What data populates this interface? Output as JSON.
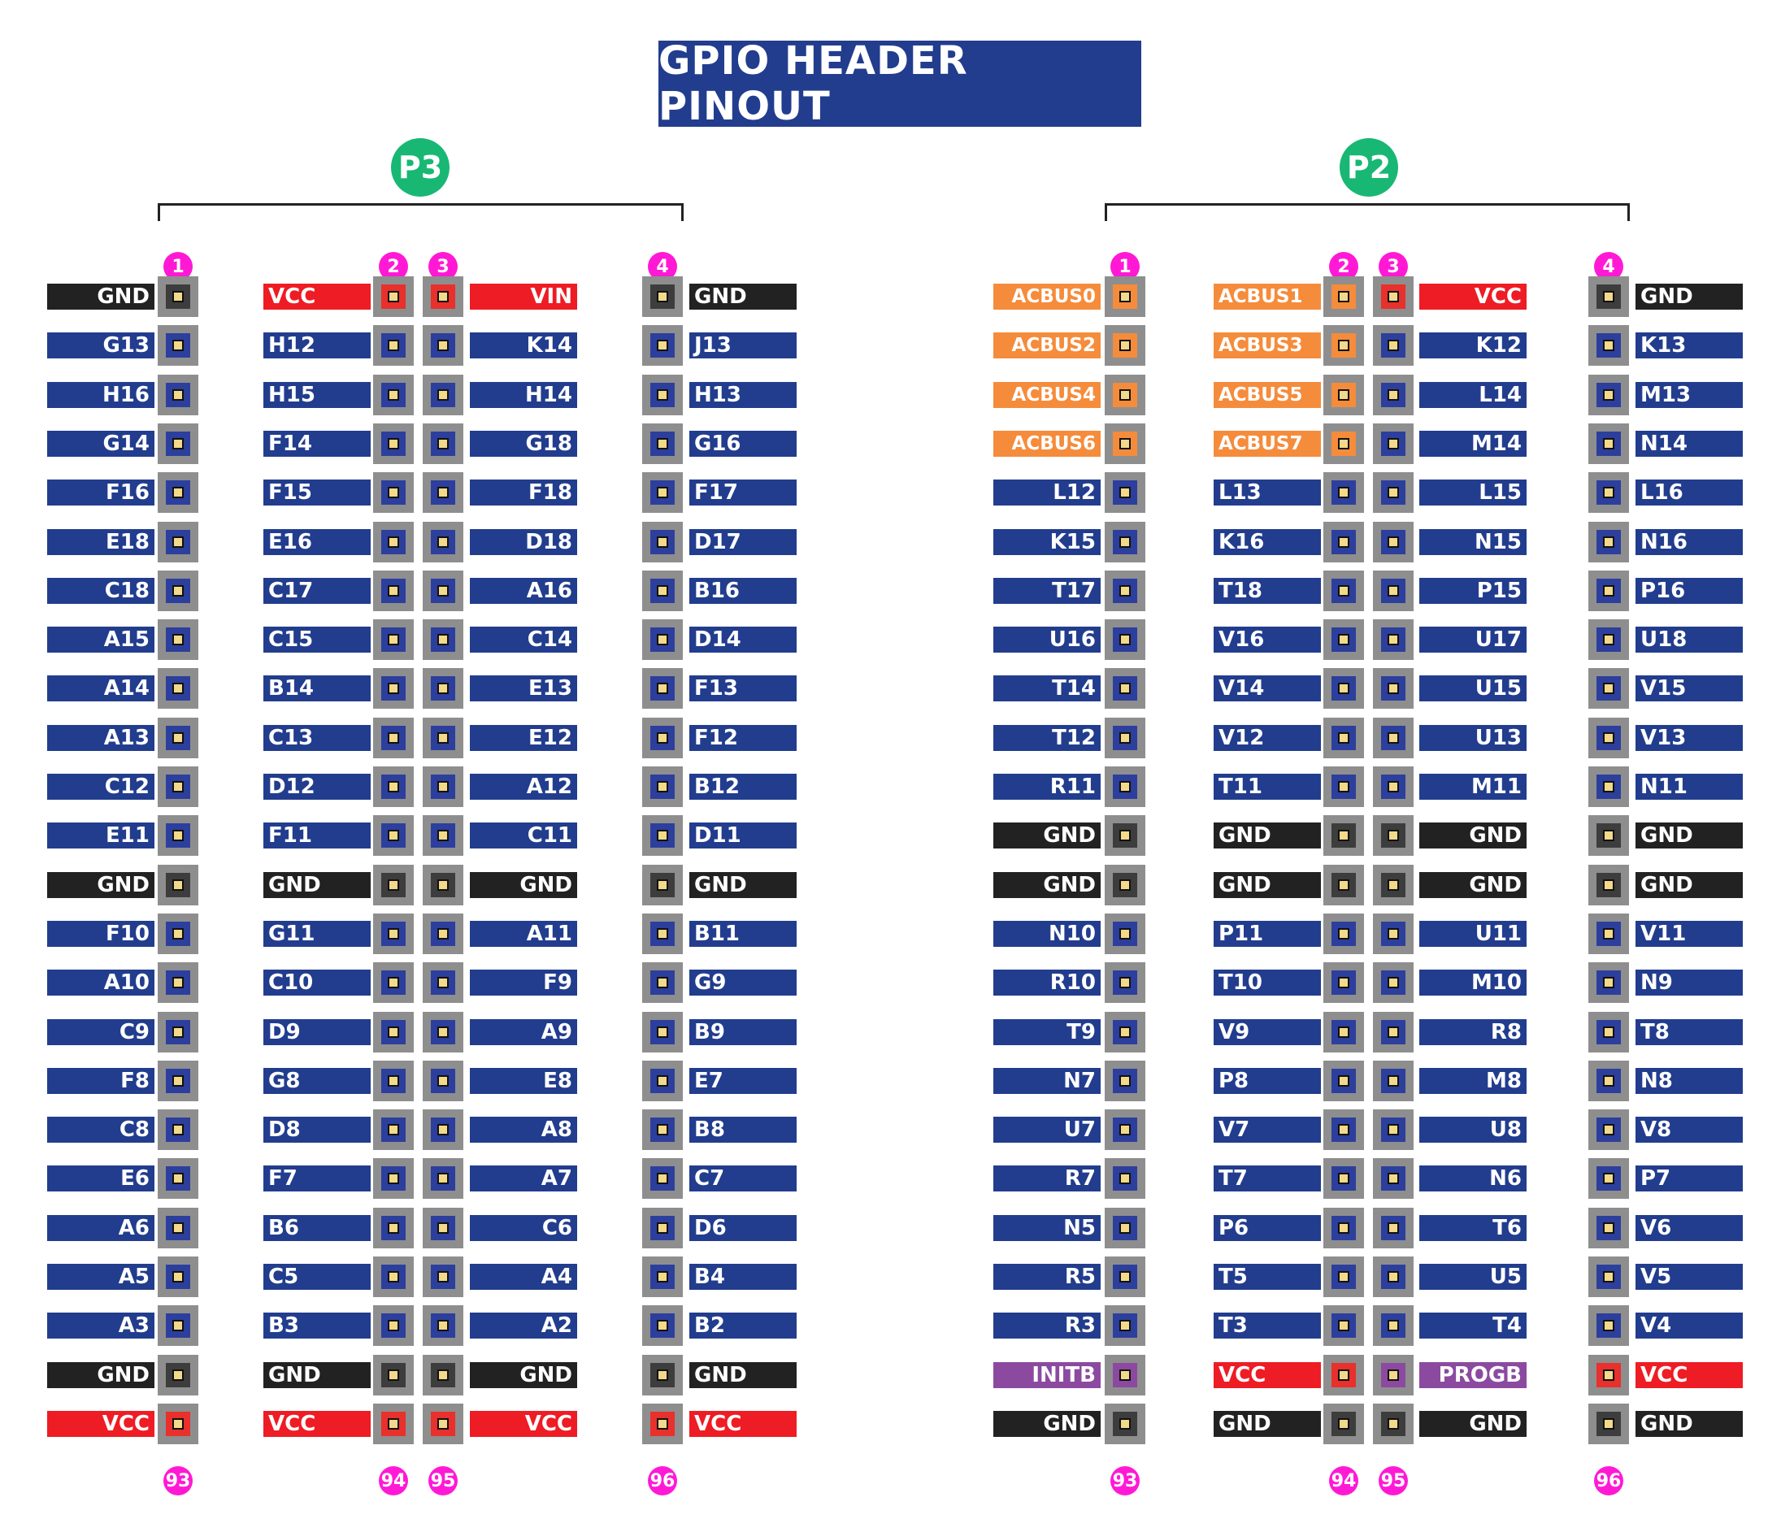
{
  "title": "GPIO HEADER PINOUT",
  "colors": {
    "signal": "#223d8e",
    "gnd": "#222222",
    "vcc": "#ee1c24",
    "acbus": "#f58c3c",
    "special": "#8b4aa0",
    "header_badge": "#18b874",
    "pin_number_badge": "#ff19d5"
  },
  "headers": [
    {
      "name": "P3",
      "top_numbers": [
        "1",
        "2",
        "3",
        "4"
      ],
      "bottom_numbers": [
        "93",
        "94",
        "95",
        "96"
      ],
      "columns": [
        [
          "GND",
          "G13",
          "H16",
          "G14",
          "F16",
          "E18",
          "C18",
          "A15",
          "A14",
          "A13",
          "C12",
          "E11",
          "GND",
          "F10",
          "A10",
          "C9",
          "F8",
          "C8",
          "E6",
          "A6",
          "A5",
          "A3",
          "GND",
          "VCC"
        ],
        [
          "VCC",
          "H12",
          "H15",
          "F14",
          "F15",
          "E16",
          "C17",
          "C15",
          "B14",
          "C13",
          "D12",
          "F11",
          "GND",
          "G11",
          "C10",
          "D9",
          "G8",
          "D8",
          "F7",
          "B6",
          "C5",
          "B3",
          "GND",
          "VCC"
        ],
        [
          "VIN",
          "K14",
          "H14",
          "G18",
          "F18",
          "D18",
          "A16",
          "C14",
          "E13",
          "E12",
          "A12",
          "C11",
          "GND",
          "A11",
          "F9",
          "A9",
          "E8",
          "A8",
          "A7",
          "C6",
          "A4",
          "A2",
          "GND",
          "VCC"
        ],
        [
          "GND",
          "J13",
          "H13",
          "G16",
          "F17",
          "D17",
          "B16",
          "D14",
          "F13",
          "F12",
          "B12",
          "D11",
          "GND",
          "B11",
          "G9",
          "B9",
          "E7",
          "B8",
          "C7",
          "D6",
          "B4",
          "B2",
          "GND",
          "VCC"
        ]
      ]
    },
    {
      "name": "P2",
      "top_numbers": [
        "1",
        "2",
        "3",
        "4"
      ],
      "bottom_numbers": [
        "93",
        "94",
        "95",
        "96"
      ],
      "columns": [
        [
          "ACBUS0",
          "ACBUS2",
          "ACBUS4",
          "ACBUS6",
          "L12",
          "K15",
          "T17",
          "U16",
          "T14",
          "T12",
          "R11",
          "GND",
          "GND",
          "N10",
          "R10",
          "T9",
          "N7",
          "U7",
          "R7",
          "N5",
          "R5",
          "R3",
          "INITB",
          "GND"
        ],
        [
          "ACBUS1",
          "ACBUS3",
          "ACBUS5",
          "ACBUS7",
          "L13",
          "K16",
          "T18",
          "V16",
          "V14",
          "V12",
          "T11",
          "GND",
          "GND",
          "P11",
          "T10",
          "V9",
          "P8",
          "V7",
          "T7",
          "P6",
          "T5",
          "T3",
          "VCC",
          "GND"
        ],
        [
          "VCC",
          "K12",
          "L14",
          "M14",
          "L15",
          "N15",
          "P15",
          "U17",
          "U15",
          "U13",
          "M11",
          "GND",
          "GND",
          "U11",
          "M10",
          "R8",
          "M8",
          "U8",
          "N6",
          "T6",
          "U5",
          "T4",
          "PROGB",
          "GND"
        ],
        [
          "GND",
          "K13",
          "M13",
          "N14",
          "L16",
          "N16",
          "P16",
          "U18",
          "V15",
          "V13",
          "N11",
          "GND",
          "GND",
          "V11",
          "N9",
          "T8",
          "N8",
          "V8",
          "P7",
          "V6",
          "V5",
          "V4",
          "VCC",
          "GND"
        ]
      ]
    }
  ]
}
